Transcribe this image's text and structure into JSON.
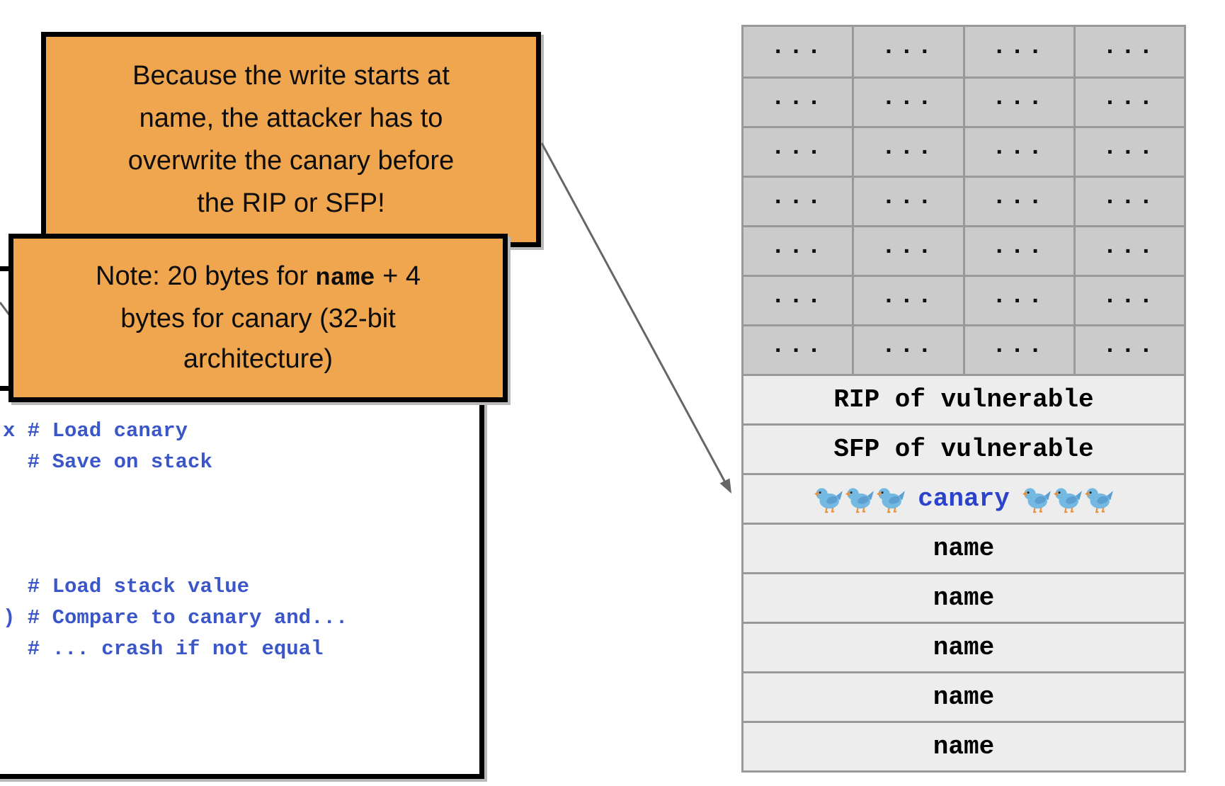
{
  "slide": {
    "callout_because": {
      "lines": [
        "Because the write starts at",
        "name, the attacker has to",
        "overwrite the canary before",
        "the RIP or SFP!"
      ]
    },
    "callout_note": {
      "line1_pre": "Note: 20 bytes for ",
      "line1_code": "name",
      "line1_post": " + 4",
      "line2": "bytes for canary (32-bit",
      "line3": "architecture)"
    },
    "code_panel": {
      "lines": [
        "x # Load canary",
        "  # Save on stack",
        "",
        "",
        "",
        "  # Load stack value",
        ") # Compare to canary and...",
        "  # ... crash if not equal"
      ]
    },
    "stack": {
      "dots": "...",
      "dots_rows": 7,
      "dots_columns": 4,
      "rip_label": "RIP of vulnerable",
      "sfp_label": "SFP of vulnerable",
      "canary_label": "canary",
      "bird_emoji": "🐦",
      "birds_each_side": 3,
      "name_label": "name",
      "name_row_count": 5
    },
    "colors": {
      "callout_bg": "#F0A64F",
      "callout_border": "#000000",
      "code_text_blue": "#3A56C8",
      "canary_text_blue": "#2B43CA",
      "arrow_gray": "#666666",
      "grid_border": "#999999",
      "dots_row_bg": "#CBCBCB",
      "light_row_bg": "#EDEDED",
      "bird_body": "#74B9E2",
      "bird_wing": "#5C9FD0",
      "bird_beak_legs": "#E8913C"
    }
  }
}
